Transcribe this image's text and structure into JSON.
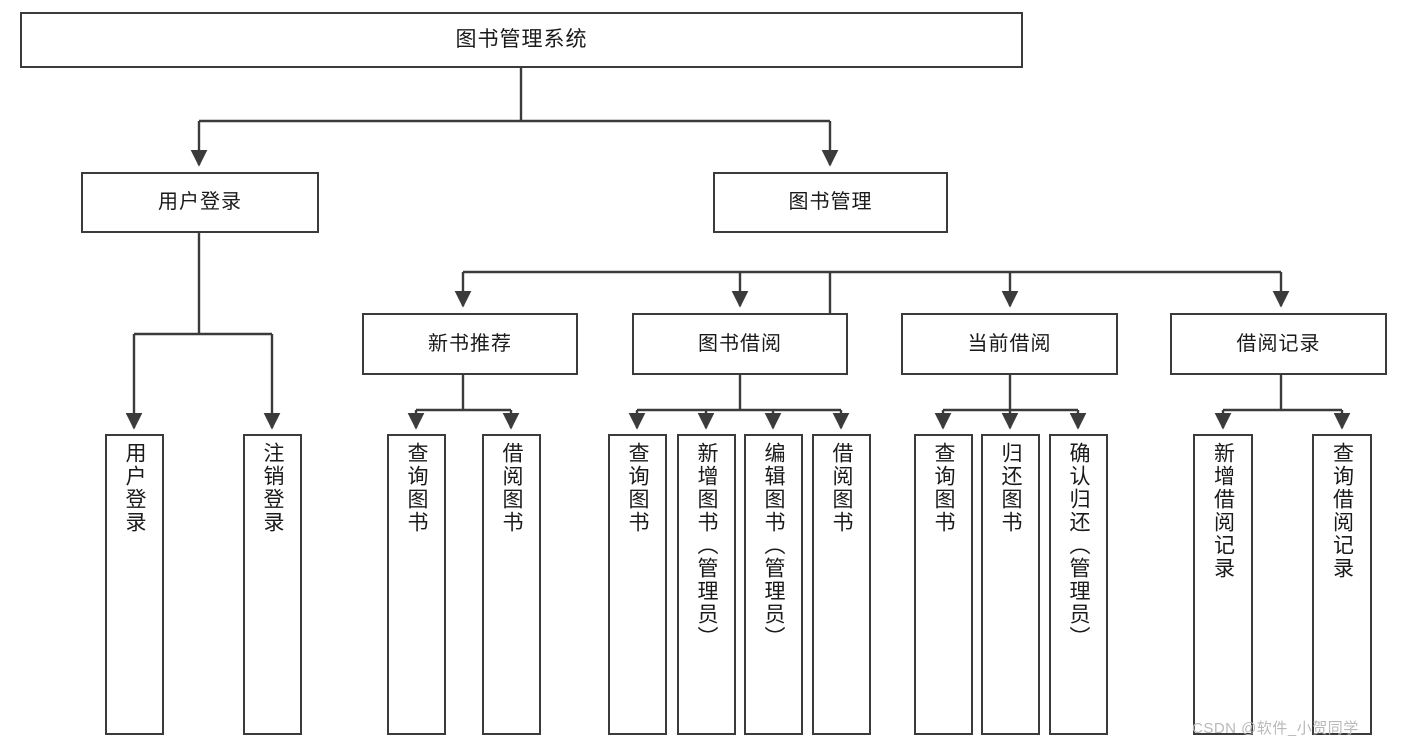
{
  "diagram": {
    "type": "tree-hierarchy-chart",
    "title": "图书管理系统",
    "watermark": "CSDN @软件_小贺同学",
    "colors": {
      "box_border": "#3b3b3b",
      "box_fill": "#ffffff",
      "edge": "#3b3b3b",
      "text": "#1a1a1a",
      "watermark": "#b9b9b9",
      "background": "#ffffff"
    },
    "nodes": {
      "root": {
        "label": "图书管理系统",
        "level": 1
      },
      "level2": [
        {
          "id": "user-login",
          "label": "用户登录"
        },
        {
          "id": "book-manage",
          "label": "图书管理"
        }
      ],
      "level3": [
        {
          "id": "new-book-recommend",
          "label": "新书推荐",
          "parent": "book-manage"
        },
        {
          "id": "book-borrow",
          "label": "图书借阅",
          "parent": "book-manage"
        },
        {
          "id": "current-borrow",
          "label": "当前借阅",
          "parent": "book-manage"
        },
        {
          "id": "borrow-record",
          "label": "借阅记录",
          "parent": "book-manage"
        }
      ],
      "leaves": [
        {
          "id": "leaf-user-login",
          "label": "用户登录",
          "parent": "user-login"
        },
        {
          "id": "leaf-logout-login",
          "label": "注销登录",
          "parent": "user-login"
        },
        {
          "id": "leaf-query-book-1",
          "label": "查询图书",
          "parent": "new-book-recommend"
        },
        {
          "id": "leaf-borrow-book-1",
          "label": "借阅图书",
          "parent": "new-book-recommend"
        },
        {
          "id": "leaf-query-book-2",
          "label": "查询图书",
          "parent": "book-borrow"
        },
        {
          "id": "leaf-add-book",
          "label": "新增图书（管理员）",
          "parent": "book-borrow"
        },
        {
          "id": "leaf-edit-book",
          "label": "编辑图书（管理员）",
          "parent": "book-borrow"
        },
        {
          "id": "leaf-borrow-book-2",
          "label": "借阅图书",
          "parent": "book-borrow"
        },
        {
          "id": "leaf-query-book-3",
          "label": "查询图书",
          "parent": "current-borrow"
        },
        {
          "id": "leaf-return-book",
          "label": "归还图书",
          "parent": "current-borrow"
        },
        {
          "id": "leaf-confirm-return",
          "label": "确认归还（管理员）",
          "parent": "current-borrow"
        },
        {
          "id": "leaf-add-record",
          "label": "新增借阅记录",
          "parent": "borrow-record"
        },
        {
          "id": "leaf-query-record",
          "label": "查询借阅记录",
          "parent": "borrow-record"
        }
      ]
    }
  }
}
